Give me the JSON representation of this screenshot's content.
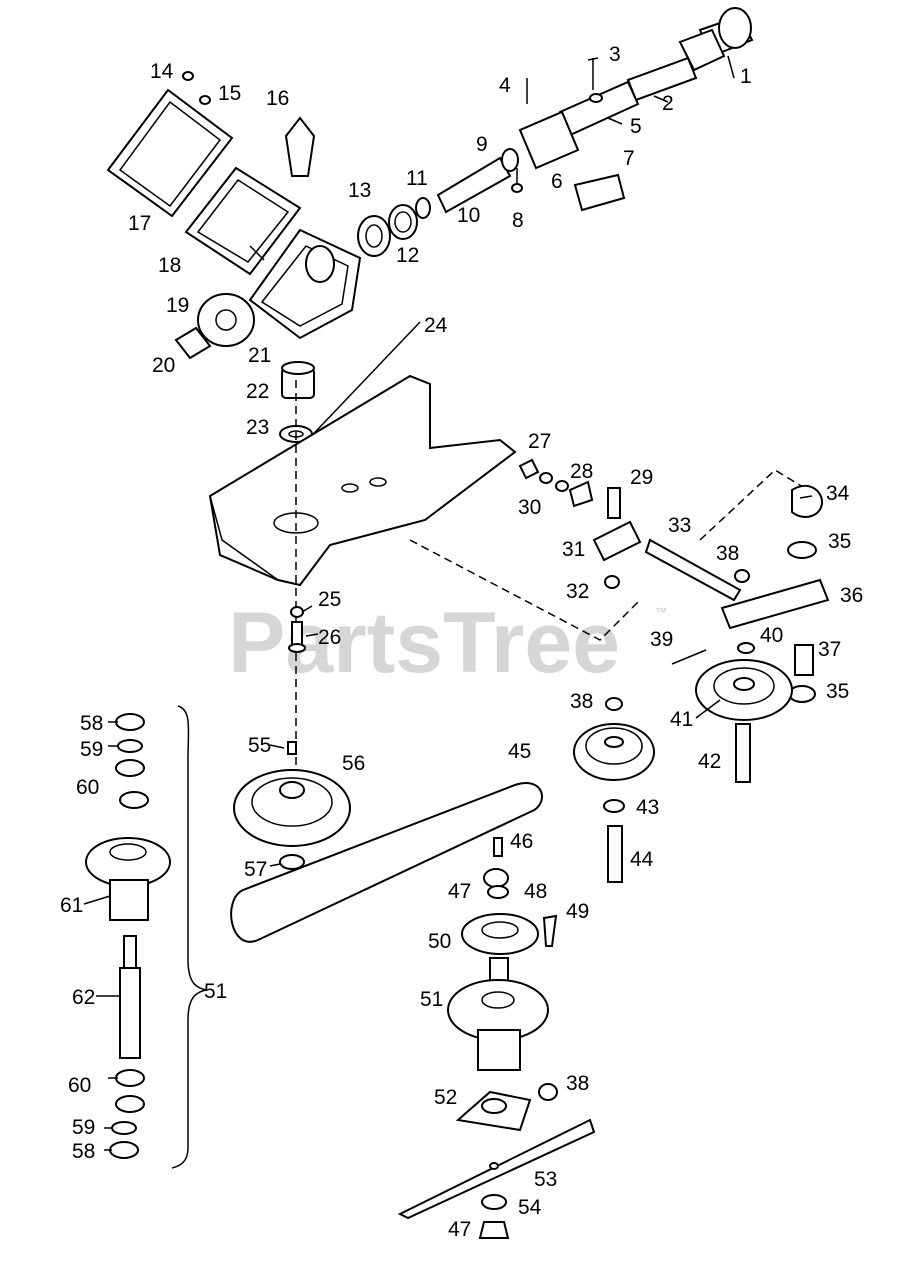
{
  "watermark": {
    "text": "PartsTree",
    "trademark": "™"
  },
  "labels": {
    "p1": "1",
    "p2": "2",
    "p3": "3",
    "p4": "4",
    "p5": "5",
    "p6": "6",
    "p7": "7",
    "p8": "8",
    "p9": "9",
    "p10": "10",
    "p11": "11",
    "p12": "12",
    "p13": "13",
    "p14": "14",
    "p15": "15",
    "p16": "16",
    "p17": "17",
    "p18": "18",
    "p19": "19",
    "p20": "20",
    "p21": "21",
    "p22": "22",
    "p23": "23",
    "p24": "24",
    "p25": "25",
    "p26": "26",
    "p27": "27",
    "p28": "28",
    "p29": "29",
    "p30": "30",
    "p31": "31",
    "p32": "32",
    "p33": "33",
    "p34": "34",
    "p35a": "35",
    "p35b": "35",
    "p36": "36",
    "p37": "37",
    "p38a": "38",
    "p38b": "38",
    "p38c": "38",
    "p39": "39",
    "p40": "40",
    "p41": "41",
    "p42": "42",
    "p43": "43",
    "p44": "44",
    "p45": "45",
    "p46": "46",
    "p47a": "47",
    "p47b": "47",
    "p48": "48",
    "p49": "49",
    "p50": "50",
    "p51a": "51",
    "p51b": "51",
    "p52": "52",
    "p53": "53",
    "p54": "54",
    "p55": "55",
    "p56": "56",
    "p57": "57",
    "p58a": "58",
    "p58b": "58",
    "p59a": "59",
    "p59b": "59",
    "p60a": "60",
    "p60b": "60",
    "p61": "61",
    "p62": "62"
  }
}
